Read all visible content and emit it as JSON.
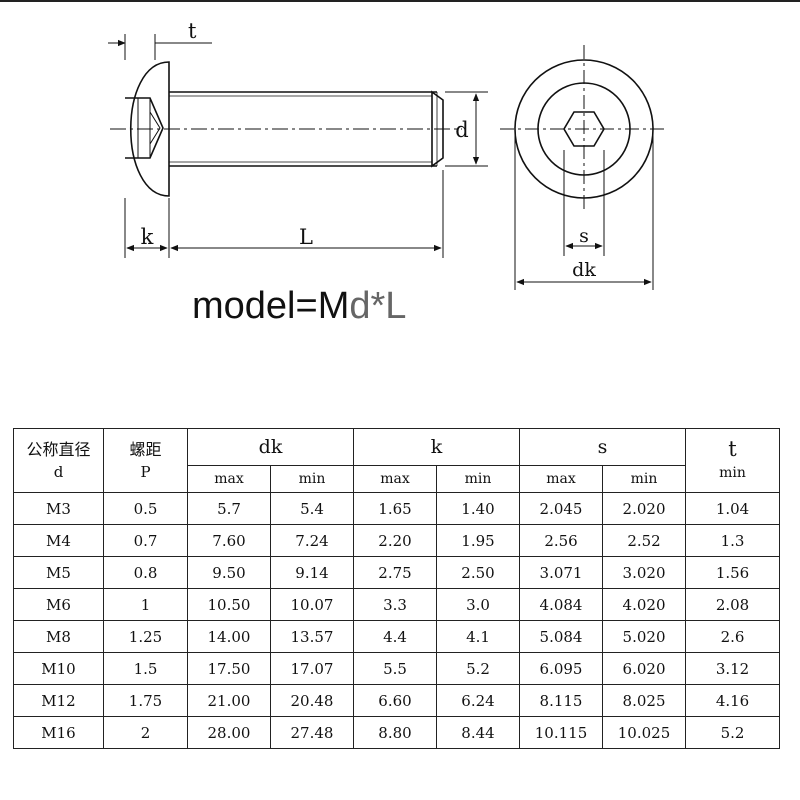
{
  "drawing": {
    "labels": {
      "t": "t",
      "d": "d",
      "k": "k",
      "L": "L",
      "s": "s",
      "dk": "dk"
    },
    "icons": [
      "hex-socket-icon",
      "button-head-icon"
    ]
  },
  "model": {
    "prefix": "model=M",
    "d": "d",
    "star": "*",
    "L": "L"
  },
  "table": {
    "header": {
      "nominal_zh": "公称直径",
      "nominal_sym": "d",
      "pitch_zh": "螺距",
      "pitch_sym": "P",
      "dk": "dk",
      "k": "k",
      "s": "s",
      "t": "t",
      "max": "max",
      "min": "min"
    },
    "columns": [
      "d",
      "P",
      "dk_max",
      "dk_min",
      "k_max",
      "k_min",
      "s_max",
      "s_min",
      "t_min"
    ],
    "rows": [
      [
        "M3",
        "0.5",
        "5.7",
        "5.4",
        "1.65",
        "1.40",
        "2.045",
        "2.020",
        "1.04"
      ],
      [
        "M4",
        "0.7",
        "7.60",
        "7.24",
        "2.20",
        "1.95",
        "2.56",
        "2.52",
        "1.3"
      ],
      [
        "M5",
        "0.8",
        "9.50",
        "9.14",
        "2.75",
        "2.50",
        "3.071",
        "3.020",
        "1.56"
      ],
      [
        "M6",
        "1",
        "10.50",
        "10.07",
        "3.3",
        "3.0",
        "4.084",
        "4.020",
        "2.08"
      ],
      [
        "M8",
        "1.25",
        "14.00",
        "13.57",
        "4.4",
        "4.1",
        "5.084",
        "5.020",
        "2.6"
      ],
      [
        "M10",
        "1.5",
        "17.50",
        "17.07",
        "5.5",
        "5.2",
        "6.095",
        "6.020",
        "3.12"
      ],
      [
        "M12",
        "1.75",
        "21.00",
        "20.48",
        "6.60",
        "6.24",
        "8.115",
        "8.025",
        "4.16"
      ],
      [
        "M16",
        "2",
        "28.00",
        "27.48",
        "8.80",
        "8.44",
        "10.115",
        "10.025",
        "5.2"
      ]
    ]
  }
}
